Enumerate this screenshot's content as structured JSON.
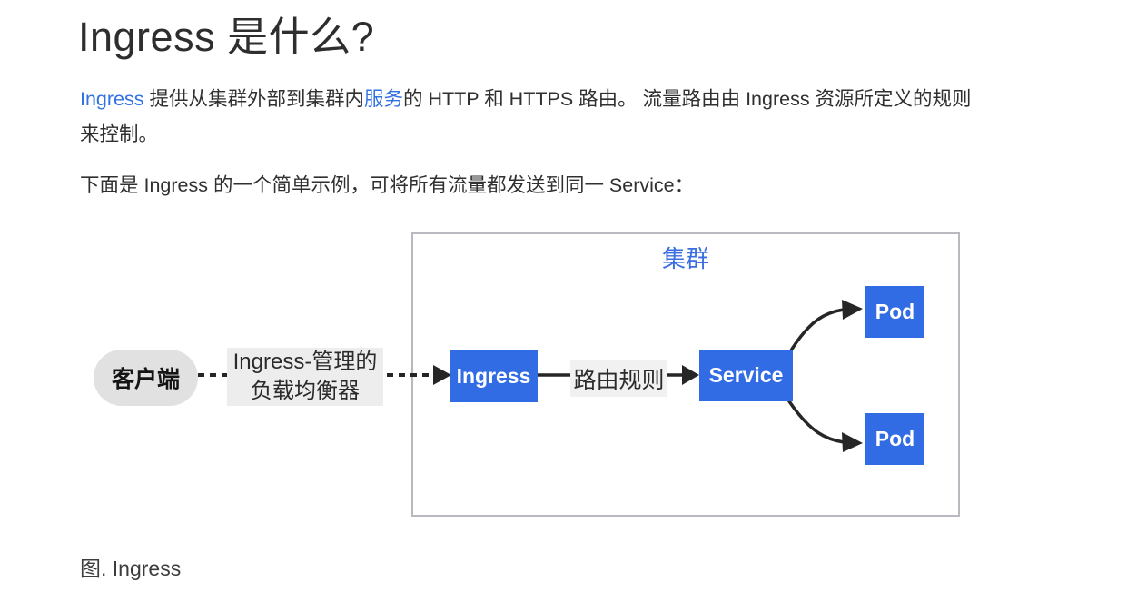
{
  "page": {
    "title": "Ingress 是什么?",
    "intro": {
      "link_ingress": "Ingress",
      "text_mid": " 提供从集群外部到集群内",
      "link_service": "服务",
      "text_end": "的 HTTP 和 HTTPS 路由。 流量路由由 Ingress 资源所定义的规则来控制。"
    },
    "example_line": "下面是 Ingress 的一个简单示例，可将所有流量都发送到同一 Service：",
    "caption": "图. Ingress"
  },
  "diagram": {
    "cluster_label": "集群",
    "client_label": "客户端",
    "lb_label_line1": "Ingress-管理的",
    "lb_label_line2": "负载均衡器",
    "ingress_label": "Ingress",
    "route_label": "路由规则",
    "service_label": "Service",
    "pod_top_label": "Pod",
    "pod_bottom_label": "Pod"
  },
  "colors": {
    "node_blue": "#326ce5",
    "link_blue": "#3371e3",
    "cluster_label_blue": "#3a6ee0",
    "text_dark": "#303030",
    "cluster_border_gray": "#b9b9c0",
    "client_fill_gray": "#e1e1e1",
    "label_bg_gray": "#ededed",
    "arrow_dark": "#262626"
  }
}
